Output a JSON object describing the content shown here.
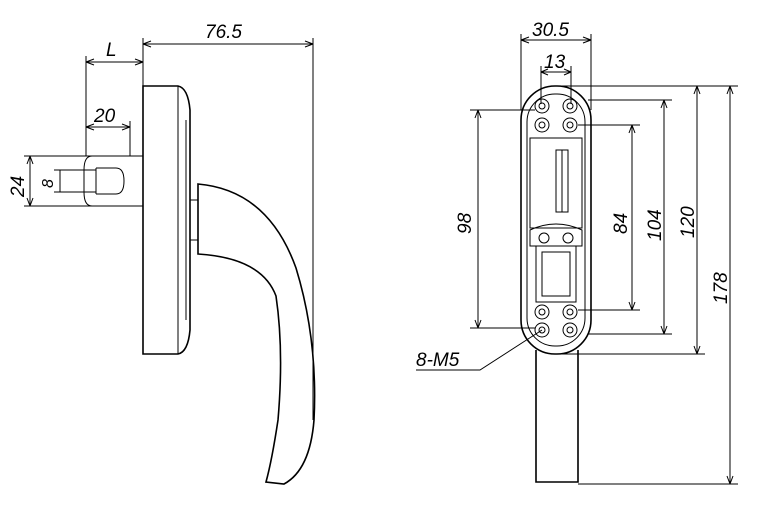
{
  "side_view": {
    "dim_overall_depth": "76.5",
    "dim_spindle_length": "L",
    "dim_spindle_offset": "20",
    "dim_spindle_height": "24",
    "dim_spindle_square": "8"
  },
  "front_view": {
    "dim_base_width": "30.5",
    "dim_slot_width": "13",
    "dim_hole_pitch_outer": "98",
    "dim_hole_pitch_inner": "84",
    "dim_cover_inner_length": "104",
    "dim_base_length": "120",
    "dim_total_length": "178",
    "callout_screws": "8-M5"
  }
}
